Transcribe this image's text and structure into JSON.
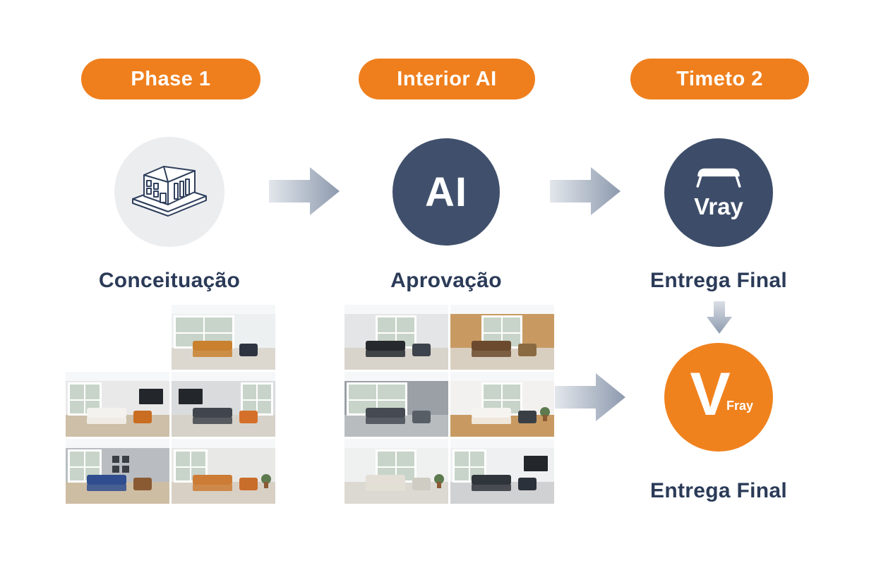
{
  "colors": {
    "background": "#FFFFFF",
    "badge_orange": "#EF7F1D",
    "circle_navy": "#40506C",
    "circle_gray": "#ECEDEF",
    "final_orange": "#F0821E",
    "label_navy": "#2B3B58",
    "arrow_light": "#E3E7EC",
    "arrow_dark": "#8D9AAE",
    "text_white": "#FFFFFF"
  },
  "icons": {
    "building": "building-sketch-icon",
    "bench": "bench-icon",
    "arrow_right": "arrow-right-icon",
    "arrow_down": "arrow-down-icon"
  },
  "steps": [
    {
      "badge": "Phase 1",
      "label": "Conceituação",
      "circle_icon": "building-sketch-icon"
    },
    {
      "badge": "Interior AI",
      "label": "Aprovação",
      "circle_text": "AI"
    },
    {
      "badge": "Timeto 2",
      "label": "Entrega Final",
      "circle_text": "Vray",
      "circle_icon": "bench-icon"
    }
  ],
  "final_step": {
    "circle_main": "V",
    "circle_sub": "Fray",
    "label": "Entrega Final"
  },
  "grids": {
    "left": {
      "cells": [
        {
          "empty": true
        },
        {
          "desc": "bright office with floor-to-ceiling windows, black chairs, orange desk",
          "wall": "#EDF0F1",
          "floor": "#DCD8D0",
          "window": "wide",
          "sofa": "#C9812F",
          "accent2": "#2D3440",
          "tv": false,
          "plant": false,
          "frames": false
        },
        {
          "desc": "living room with white sofa, orange armchair and wall TV",
          "wall": "#E9E9E9",
          "floor": "#CDBFA8",
          "window": "left",
          "sofa": "#F4F2EE",
          "accent2": "#C96D22",
          "tv": true,
          "plant": false,
          "frames": false
        },
        {
          "desc": "living room with large TV, dark gray sofas and right windows",
          "wall": "#D9DBDD",
          "floor": "#D6D2CA",
          "window": "right",
          "sofa": "#41464E",
          "accent2": "#D4702A",
          "tv": true,
          "plant": false,
          "frames": false
        },
        {
          "desc": "lounge with blue armchairs, gallery frames and wood floor",
          "wall": "#B9BDC2",
          "floor": "#CDBDA3",
          "window": "left",
          "sofa": "#2F4D8F",
          "accent2": "#8A5A33",
          "tv": false,
          "plant": false,
          "frames": true
        },
        {
          "desc": "living room with orange and tan sofas and a plant",
          "wall": "#E8E8E6",
          "floor": "#D8D0C4",
          "window": "left",
          "sofa": "#CD7C35",
          "accent2": "#C96D2A",
          "tv": false,
          "plant": true,
          "frames": false
        }
      ]
    },
    "middle": {
      "cells": [
        {
          "desc": "office with black task chair, white rug and dark panel",
          "wall": "#E3E5E6",
          "floor": "#D8D4CC",
          "window": "center",
          "sofa": "#26292E",
          "accent2": "#3D434C",
          "tv": false,
          "plant": false,
          "frames": false
        },
        {
          "desc": "dining room with wood cabinetry, table and chairs",
          "wall": "#C89A62",
          "floor": "#D9CFC0",
          "window": "center",
          "sofa": "#6B4A2D",
          "accent2": "#8A6A40",
          "tv": false,
          "plant": false,
          "frames": false
        },
        {
          "desc": "gray living room with wide windows and dark gray sofas",
          "wall": "#9AA0A6",
          "floor": "#B9BCBF",
          "window": "wide",
          "sofa": "#464B53",
          "accent2": "#585E66",
          "tv": false,
          "plant": false,
          "frames": false
        },
        {
          "desc": "home office with white desk and wood floor",
          "wall": "#F2F1EF",
          "floor": "#C89A62",
          "window": "center",
          "sofa": "#F6F4F0",
          "accent2": "#3A3F46",
          "tv": false,
          "plant": true,
          "frames": false
        },
        {
          "desc": "bright living room with cream sofas and plants",
          "wall": "#EFF0F0",
          "floor": "#DCD9D2",
          "window": "center",
          "sofa": "#E3DFD6",
          "accent2": "#CFCCC3",
          "tv": false,
          "plant": true,
          "frames": false
        },
        {
          "desc": "workstation with monitor, desk chair and dark curtain",
          "wall": "#EEF0F1",
          "floor": "#CFD1D2",
          "window": "left",
          "sofa": "#30353C",
          "accent2": "#2B313A",
          "tv": true,
          "plant": false,
          "frames": false
        }
      ]
    }
  }
}
